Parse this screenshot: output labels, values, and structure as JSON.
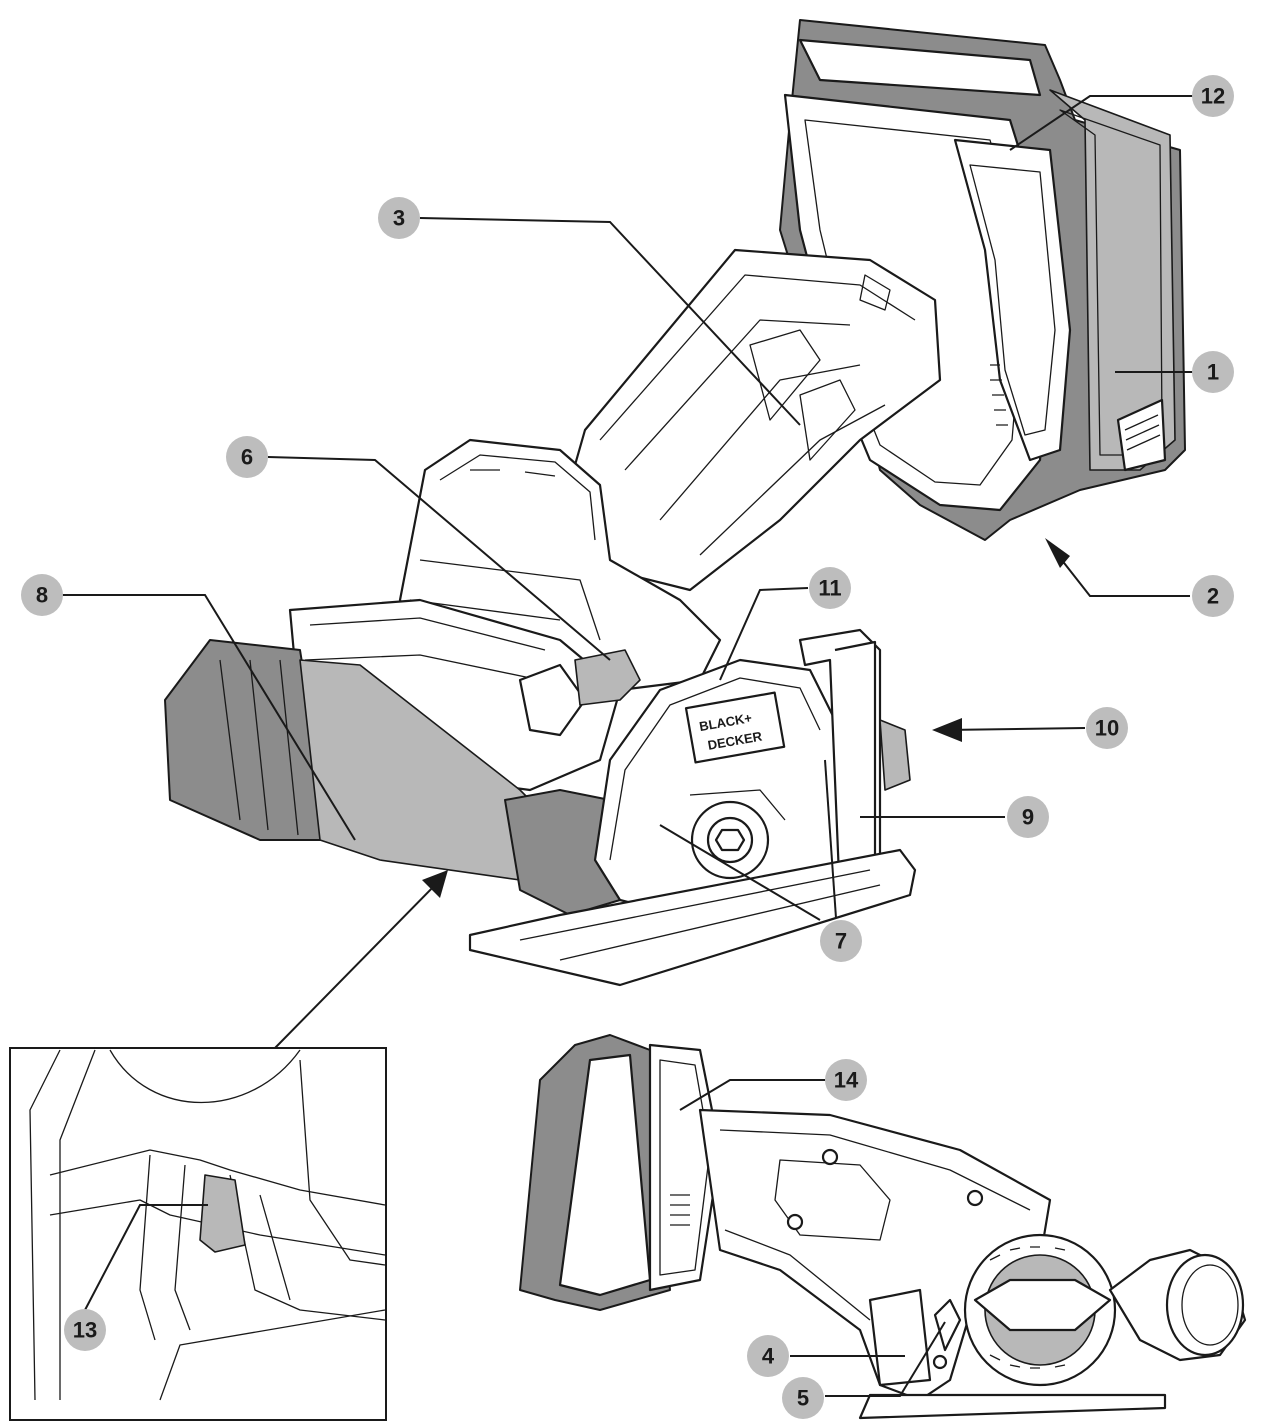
{
  "diagram": {
    "callouts": [
      {
        "id": "c1",
        "label": "1"
      },
      {
        "id": "c2",
        "label": "2"
      },
      {
        "id": "c3",
        "label": "3"
      },
      {
        "id": "c4",
        "label": "4"
      },
      {
        "id": "c5",
        "label": "5"
      },
      {
        "id": "c6",
        "label": "6"
      },
      {
        "id": "c7",
        "label": "7"
      },
      {
        "id": "c8",
        "label": "8"
      },
      {
        "id": "c9",
        "label": "9"
      },
      {
        "id": "c10",
        "label": "10"
      },
      {
        "id": "c11",
        "label": "11"
      },
      {
        "id": "c12",
        "label": "12"
      },
      {
        "id": "c13",
        "label": "13"
      },
      {
        "id": "c14",
        "label": "14"
      }
    ]
  },
  "colors": {
    "ink": "#1a1a1a",
    "callout_fill": "#bdbdbd",
    "shade_dark": "#8c8c8c",
    "shade_mid": "#b8b8b8"
  }
}
